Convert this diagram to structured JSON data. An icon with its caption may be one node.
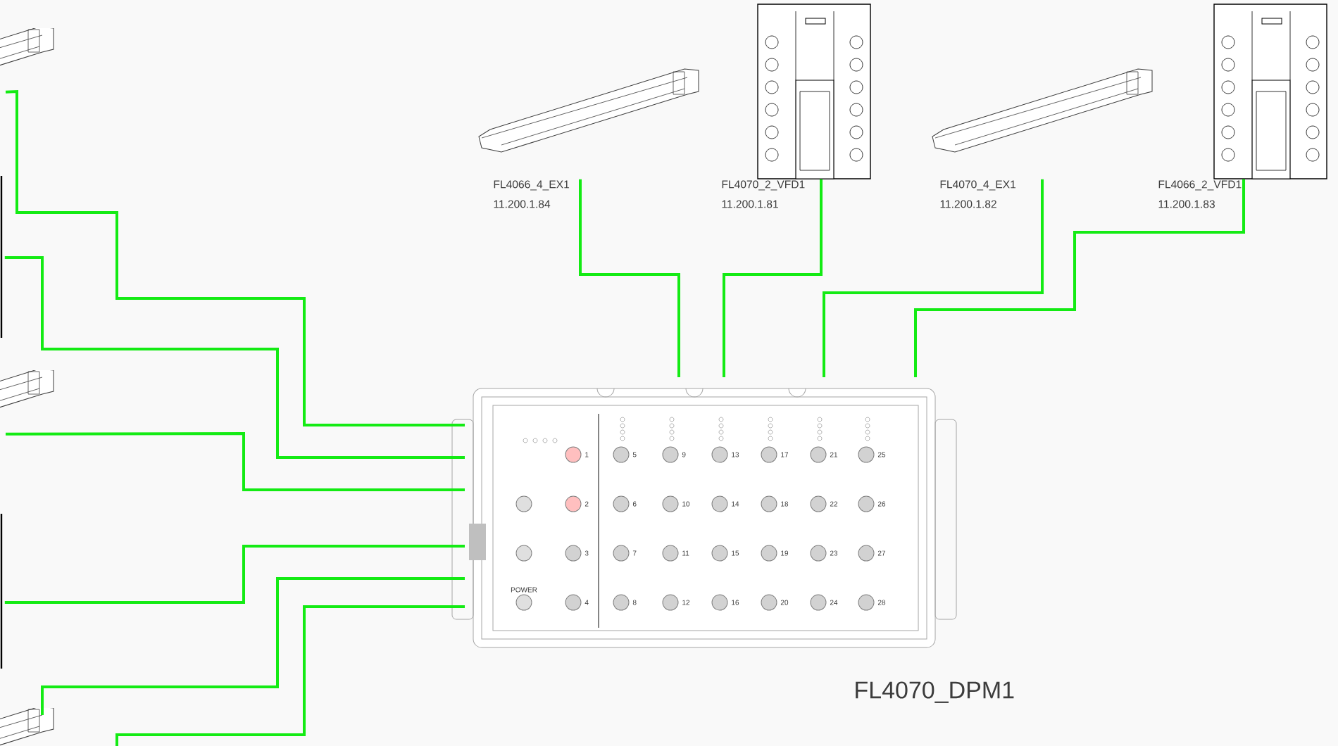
{
  "diagram": {
    "nodes": [
      {
        "text": [
          "FL4070_DPM1"
        ]
      },
      {
        "text": [
          "FL4066_4_EX1",
          "11.200.1.84"
        ]
      },
      {
        "text": [
          "FL4070_2_VFD1",
          "11.200.1.81"
        ]
      },
      {
        "text": [
          "FL4070_4_EX1",
          "11.200.1.82"
        ]
      },
      {
        "text": [
          "FL4066_2_VFD1",
          "11.200.1.83"
        ]
      },
      {
        "text": [],
        "shape": "picture"
      },
      {
        "text": [],
        "shape": "picture"
      },
      {
        "text": [],
        "shape": "picture"
      },
      {
        "text": [],
        "shape": "picture"
      },
      {
        "text": [],
        "shape": "picture"
      }
    ],
    "edges": [
      {
        "from": 1,
        "to": 0,
        "arrow": "none"
      },
      {
        "from": 2,
        "to": 0,
        "arrow": "none"
      },
      {
        "from": 3,
        "to": 0,
        "arrow": "none"
      },
      {
        "from": 4,
        "to": 0,
        "arrow": "none"
      },
      {
        "from": 5,
        "to": 0,
        "arrow": "none"
      },
      {
        "from": 6,
        "to": 0,
        "arrow": "none"
      },
      {
        "from": 7,
        "to": 0,
        "arrow": "none"
      },
      {
        "from": 8,
        "to": 0,
        "arrow": "none"
      },
      {
        "from": 9,
        "to": 0,
        "arrow": "none"
      },
      {
        "from": null,
        "to": 0,
        "arrow": "none"
      }
    ],
    "labels": [
      "1",
      "5",
      "9",
      "13",
      "17",
      "21",
      "25",
      "2",
      "6",
      "10",
      "14",
      "18",
      "22",
      "26",
      "3",
      "7",
      "11",
      "15",
      "19",
      "23",
      "27",
      "POWER",
      "4",
      "8",
      "12",
      "16",
      "20",
      "24",
      "28"
    ]
  }
}
